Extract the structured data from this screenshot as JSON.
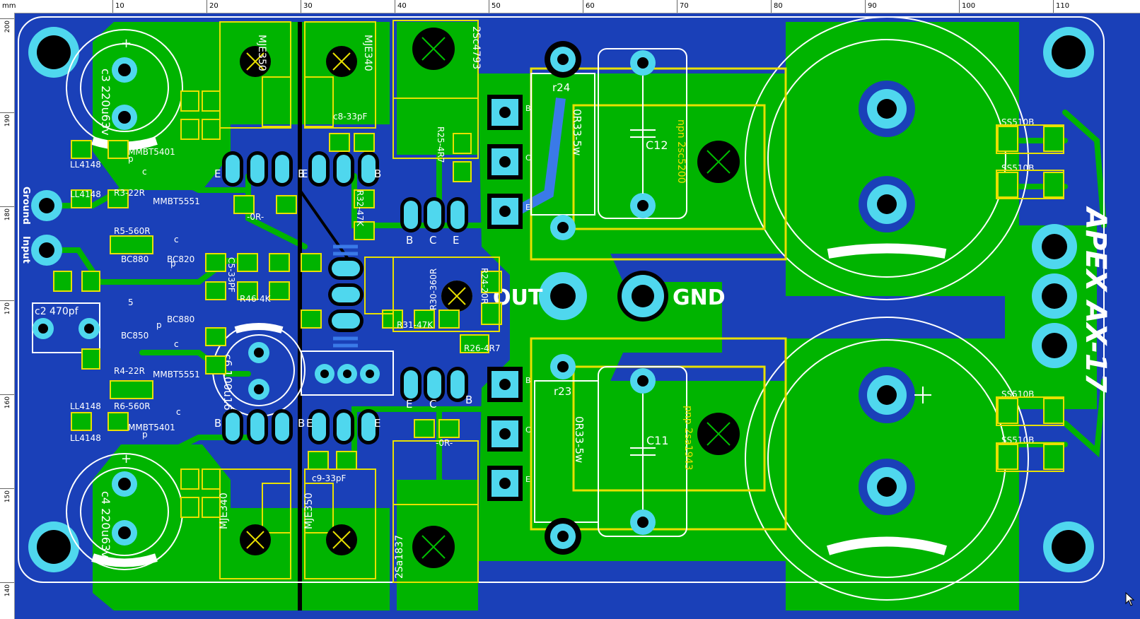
{
  "ruler": {
    "unit": "mm",
    "top_ticks": [
      "10",
      "20",
      "30",
      "40",
      "50",
      "60",
      "70",
      "80",
      "90",
      "100",
      "110"
    ],
    "left_ticks": [
      "200",
      "190",
      "180",
      "170",
      "160",
      "150",
      "140"
    ]
  },
  "board": {
    "labels": {
      "out": "OUT",
      "gnd": "GND",
      "brand": "APEX AX-17",
      "ground": "Ground",
      "input": "Input",
      "c12": "C12",
      "c11": "C11",
      "r24": "r24",
      "r23": "r23",
      "c3": "c3 220u63v",
      "c4": "c4 220u63v",
      "c6": "c6 100u16v",
      "c2": "c2 470pf",
      "b_top_left": "B",
      "e_top_left": "E",
      "b_top_mid": "B",
      "e_top_mid": "E",
      "b_bot_left": "B",
      "e_bot_left": "E",
      "b_bot_mid": "B",
      "e_bot_mid": "E",
      "bce_b": "B",
      "bce_c": "C",
      "bce_e": "E",
      "bce2_b": "B",
      "bce2_c": "C",
      "bce2_e": "E",
      "q_b1": "B",
      "q_c1": "C",
      "q_e1": "E",
      "q_b2": "B",
      "q_c2": "C",
      "q_e2": "E",
      "ss1": "SS510B",
      "ss2": "SS510B",
      "ss3": "SS510B",
      "ss4": "SS510B",
      "r6": "R6-560R",
      "r5": "R5-560R",
      "r3": "R3-22R",
      "r4": "R4-22R",
      "r46": "R46-4K",
      "r31": "R31-47K",
      "r30": "R30-360R",
      "r26": "R26-4R7",
      "r25": "R25-4R7",
      "r24v": "R24-20R",
      "r32": "R32-47K",
      "c5": "C5-33PF",
      "c8": "c8-33pF",
      "c9": "c9-33pF",
      "bc1": "BC880",
      "bc2": "BC820",
      "bc3": "BC880",
      "bc4": "BC850",
      "ll1": "LL4148",
      "ll2": "LL4148",
      "ll3": "LL4148",
      "ll4": "LL4148",
      "mje1": "MJE350",
      "mje2": "MJE340",
      "mje3": "MJE340",
      "mje4": "MJE350",
      "sa": "2Sa1837",
      "sc": "2Sc4793",
      "npn": "npn 2sc5200",
      "pnp": "pnp 2sa1943",
      "or1": "-0R-",
      "or2": "-0R-",
      "mmb1": "MMBT5401",
      "mmb2": "MMBT5551",
      "mmb3": "MMBT5551",
      "mmb4": "MMBT5401",
      "p1": "p",
      "p2": "p",
      "p3": "p",
      "p4": "p",
      "ceb1": "c",
      "ceb2": "c",
      "ceb3": "c",
      "ceb4": "c",
      "five": "5",
      "ohm1": "0R33-5w",
      "ohm2": "0R33-5w"
    },
    "colors": {
      "board_blue": "#1a40b8",
      "copper_green": "#00b400",
      "silk_yellow": "#e8e000",
      "pad_cyan": "#4fd7ee",
      "drill_black": "#000000",
      "outline_white": "#ffffff",
      "track_light_blue": "#3a7ae8"
    }
  }
}
